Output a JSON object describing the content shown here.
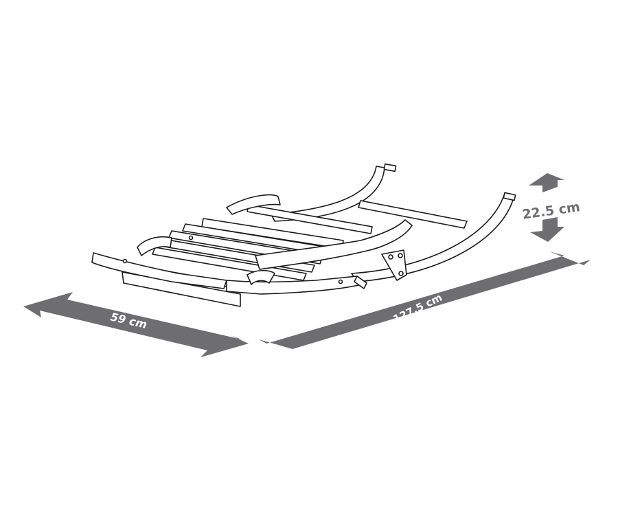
{
  "diagram": {
    "subject": "Folded rocking chair",
    "colors": {
      "arrow": "#6e6e70",
      "line": "#1a1a1a",
      "background": "#ffffff",
      "label_light": "#ffffff"
    },
    "dimensions": {
      "height": {
        "label": "22.5 cm",
        "value": 22.5,
        "unit": "cm"
      },
      "width": {
        "label": "59 cm",
        "value": 59,
        "unit": "cm"
      },
      "length": {
        "label": "127.5 cm",
        "value": 127.5,
        "unit": "cm"
      }
    }
  }
}
